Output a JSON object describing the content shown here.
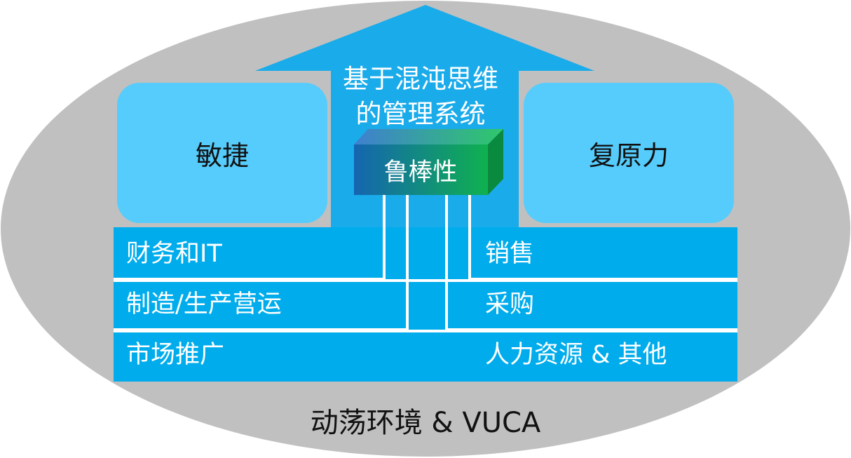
{
  "diagram": {
    "arrow_title": [
      "基于混沌思维",
      "的管理系统"
    ],
    "core": "鲁棒性",
    "left_box": "敏捷",
    "right_box": "复原力",
    "left_functions": [
      "财务和IT",
      "制造/生产营运",
      "市场推广"
    ],
    "right_functions": [
      "销售",
      "采购",
      "人力资源 & 其他"
    ],
    "environment": "动荡环境 & VUCA"
  },
  "colors": {
    "ellipse": "#c0c0c0",
    "arrow": "#1aabea",
    "panel": "#00acec",
    "light_box": "#55ccfc",
    "cube_front_start": "#1565b0",
    "cube_front_end": "#0fb14f"
  }
}
